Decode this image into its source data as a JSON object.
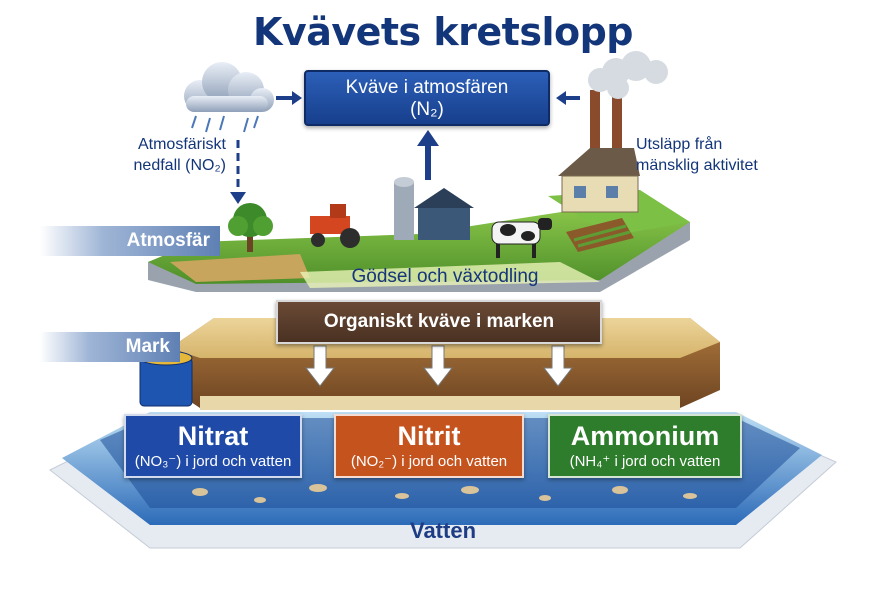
{
  "title": "Kvävets kretslopp",
  "atmosphere_box": {
    "line1": "Kväve i atmosfären",
    "line2": "(N₂)"
  },
  "left_label": {
    "line1": "Atmosfäriskt",
    "line2": "nedfall (NO₂)"
  },
  "right_label": {
    "line1": "Utsläpp från",
    "line2": "mänsklig aktivitet"
  },
  "bands": {
    "atmosphere": "Atmosfär",
    "ground": "Mark"
  },
  "farming_label": "Gödsel och växtodling",
  "organic_box": "Organiskt kväve i marken",
  "compounds": [
    {
      "name": "Nitrat",
      "formula": "(NO₃⁻) i jord och vatten",
      "color": "#1f4aa8"
    },
    {
      "name": "Nitrit",
      "formula": "(NO₂⁻) i jord och vatten",
      "color": "#c5531e"
    },
    {
      "name": "Ammonium",
      "formula": "(NH₄⁺ i jord och vatten",
      "color": "#2e7d2c"
    }
  ],
  "water_label": "Vatten",
  "colors": {
    "title": "#13357a",
    "soil": "#8a5a2b",
    "grass": "#6fae3b",
    "water": "#2f6fc0"
  }
}
